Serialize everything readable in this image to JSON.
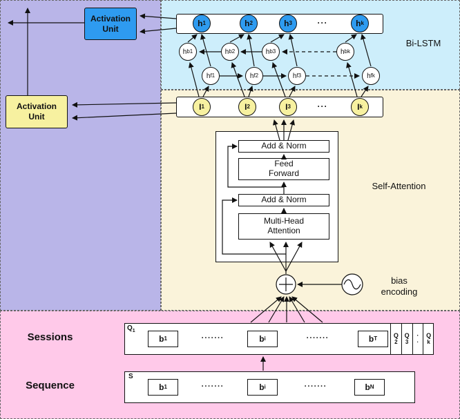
{
  "activation": {
    "top": "Activation Unit",
    "left": "Activation Unit"
  },
  "bilstm": {
    "label": "Bi-LSTM",
    "dots": "···",
    "h": [
      {
        "b": "h",
        "s": "1"
      },
      {
        "b": "h",
        "s": "2"
      },
      {
        "b": "h",
        "s": "3"
      },
      {
        "b": "h",
        "s": "k"
      }
    ],
    "hb": [
      {
        "b": "h",
        "s": "b1"
      },
      {
        "b": "h",
        "s": "b2"
      },
      {
        "b": "h",
        "s": "b3"
      },
      {
        "b": "h",
        "s": "bk"
      }
    ],
    "hf": [
      {
        "b": "h",
        "s": "f1"
      },
      {
        "b": "h",
        "s": "f2"
      },
      {
        "b": "h",
        "s": "f3"
      },
      {
        "b": "h",
        "s": "fk"
      }
    ]
  },
  "attention": {
    "label": "Self-Attention",
    "dots": "···",
    "i": [
      {
        "b": "I",
        "s": "1"
      },
      {
        "b": "I",
        "s": "2"
      },
      {
        "b": "I",
        "s": "3"
      },
      {
        "b": "I",
        "s": "k"
      }
    ],
    "add_norm_1": "Add & Norm",
    "feed_forward": "Feed Forward",
    "add_norm_2": "Add & Norm",
    "multi_head": "Multi-Head Attention",
    "bias": "bias encoding"
  },
  "sessions": {
    "label": "Sessions",
    "corner": {
      "b": "Q",
      "s": "1"
    },
    "b1": {
      "b": "b",
      "s": "1"
    },
    "bi": {
      "b": "b",
      "s": "i"
    },
    "bT": {
      "b": "b",
      "s": "T"
    },
    "dots": "·······",
    "cols": [
      {
        "b": "Q",
        "s": "2"
      },
      {
        "b": "Q",
        "s": "3"
      },
      {
        "b": "·",
        "s": "·"
      },
      {
        "b": "Q",
        "s": "k"
      }
    ]
  },
  "sequence": {
    "label": "Sequence",
    "corner": "S",
    "b1": {
      "b": "b",
      "s": "1"
    },
    "bi": {
      "b": "b",
      "s": "i"
    },
    "bN": {
      "b": "b",
      "s": "N"
    },
    "dots": "·······"
  },
  "colors": {
    "region_purple": "#b9b5e8",
    "region_blue": "#cdeefb",
    "region_yellow": "#faf3da",
    "region_pink": "#ffc9e9",
    "node_blue": "#2e9bf0",
    "node_yellow": "#f7f1a0"
  }
}
